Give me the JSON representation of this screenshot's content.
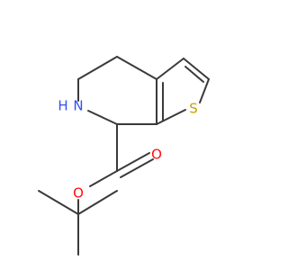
{
  "structure": {
    "atoms": {
      "nitrogen": {
        "symbol": "N",
        "hydrogen": "H",
        "color": "#3050f8"
      },
      "sulfur": {
        "symbol": "S",
        "color": "#c8a000"
      },
      "carbonyl_oxygen": {
        "symbol": "O",
        "color": "#ff0d0d"
      },
      "ester_oxygen": {
        "symbol": "O",
        "color": "#ff0d0d"
      }
    },
    "bond_color": "#3a3a3a"
  }
}
